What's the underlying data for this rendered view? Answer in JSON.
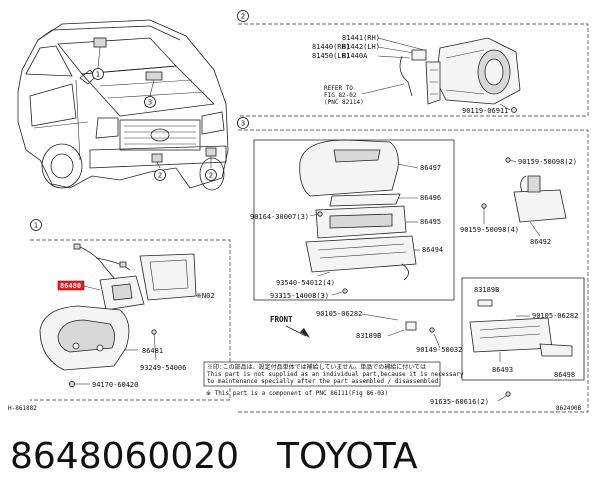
{
  "callouts": {
    "c1": "1",
    "c2": "2",
    "c3": "3"
  },
  "section2": {
    "part_81441": "81441(RH)",
    "part_81442": "81442(LH)",
    "part_81440": "81440(RH)",
    "part_81450": "81450(LH)",
    "part_81440A": "81440A",
    "refer_line1": "REFER TO",
    "refer_line2": "FIG 82-02",
    "refer_line3": "(PNC 82114)",
    "bolt": "90119-06911"
  },
  "section3": {
    "p86497": "86497",
    "p86496": "86496",
    "p86495": "86495",
    "p86494": "86494",
    "p86492": "86492",
    "s90159a": "90159-50098(2)",
    "s90159b": "90159-50098(4)",
    "s90164": "90164-30007(3)",
    "s93540": "93540-54012(4)",
    "s93315": "93315-14008(3)",
    "s90105a": "90105-06282",
    "s90105b": "90105-06282",
    "p83189a": "83189B",
    "p83189b": "83189B",
    "s90149": "90149-50032",
    "p86493": "86493",
    "p86498": "86498",
    "s91635": "91635-60616(2)"
  },
  "section1": {
    "p86480": "86480",
    "n02": "※N02",
    "p86481": "86481",
    "s93249": "93249-54006",
    "s94170": "94170-60420"
  },
  "front": "FRONT",
  "note_jp": "※印:この部品は、設定付品単体では補給していません。単品での補給に付いては",
  "note_en1": "This part is not supplied as an individual part,because it is necessary",
  "note_en2": "to maintenance specially after the part assembled / disassembled",
  "footnote": "※ This part is a component of PNC 86111(Fig 86-03)",
  "code_left": "H-861882",
  "code_right": "862490B",
  "caption": {
    "part_number": "8648060020",
    "brand": "TOYOTA"
  }
}
